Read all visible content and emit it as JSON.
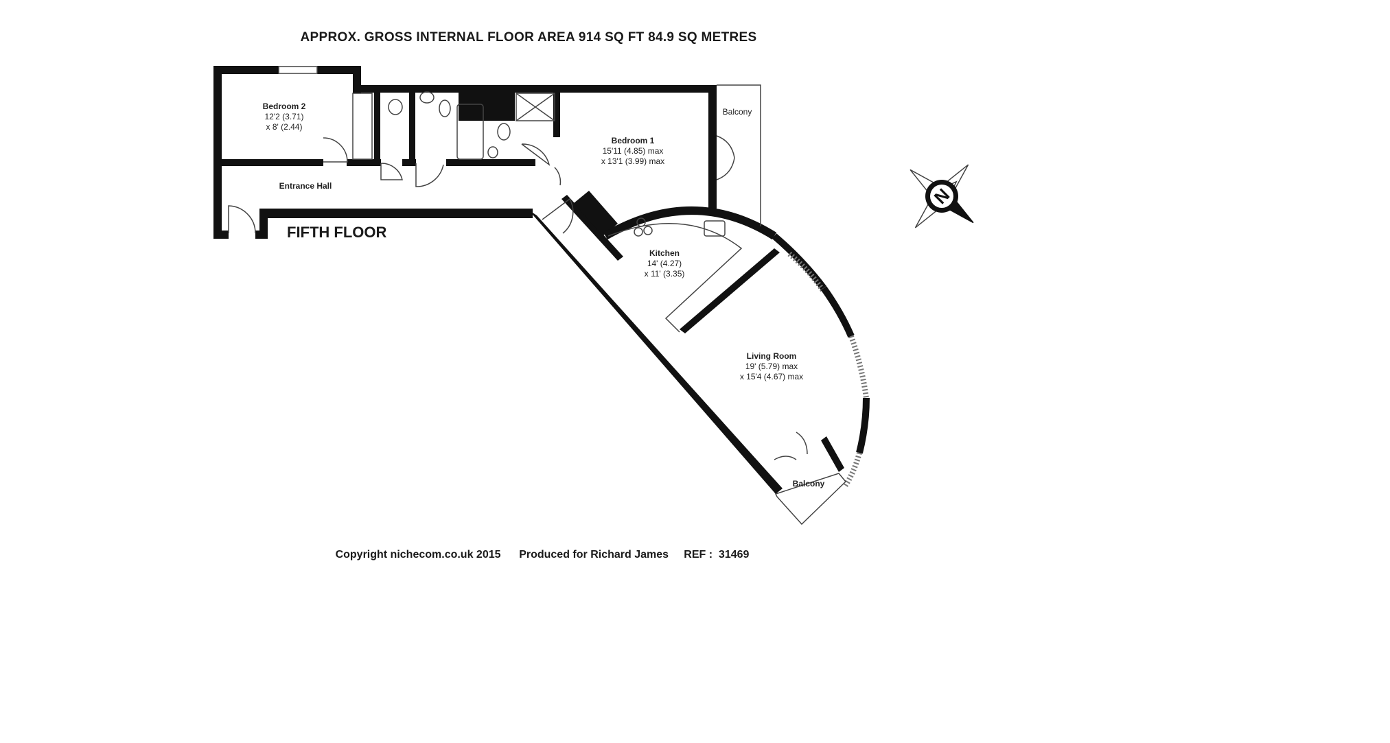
{
  "header": {
    "title": "APPROX. GROSS INTERNAL FLOOR AREA 914 SQ FT 84.9 SQ METRES"
  },
  "floor_label": "FIFTH FLOOR",
  "rooms": {
    "bedroom2": {
      "name": "Bedroom 2",
      "dim1": "12'2 (3.71)",
      "dim2": "x 8' (2.44)"
    },
    "bedroom1": {
      "name": "Bedroom 1",
      "dim1": "15'11 (4.85) max",
      "dim2": "x 13'1 (3.99) max"
    },
    "balcony_top": {
      "name": "Balcony"
    },
    "entrance_hall": {
      "name": "Entrance Hall"
    },
    "kitchen": {
      "name": "Kitchen",
      "dim1": "14' (4.27)",
      "dim2": "x 11' (3.35)"
    },
    "living_room": {
      "name": "Living Room",
      "dim1": "19' (5.79) max",
      "dim2": "x 15'4 (4.67) max"
    },
    "balcony_bottom": {
      "name": "Balcony"
    }
  },
  "compass": {
    "letter": "N",
    "icon": "compass-rose-icon"
  },
  "footer": {
    "copyright": "Copyright nichecom.co.uk 2015",
    "produced_for": "Produced for Richard James",
    "ref": "REF :  31469"
  },
  "colors": {
    "wall": "#111111",
    "thin_line": "#444444"
  }
}
